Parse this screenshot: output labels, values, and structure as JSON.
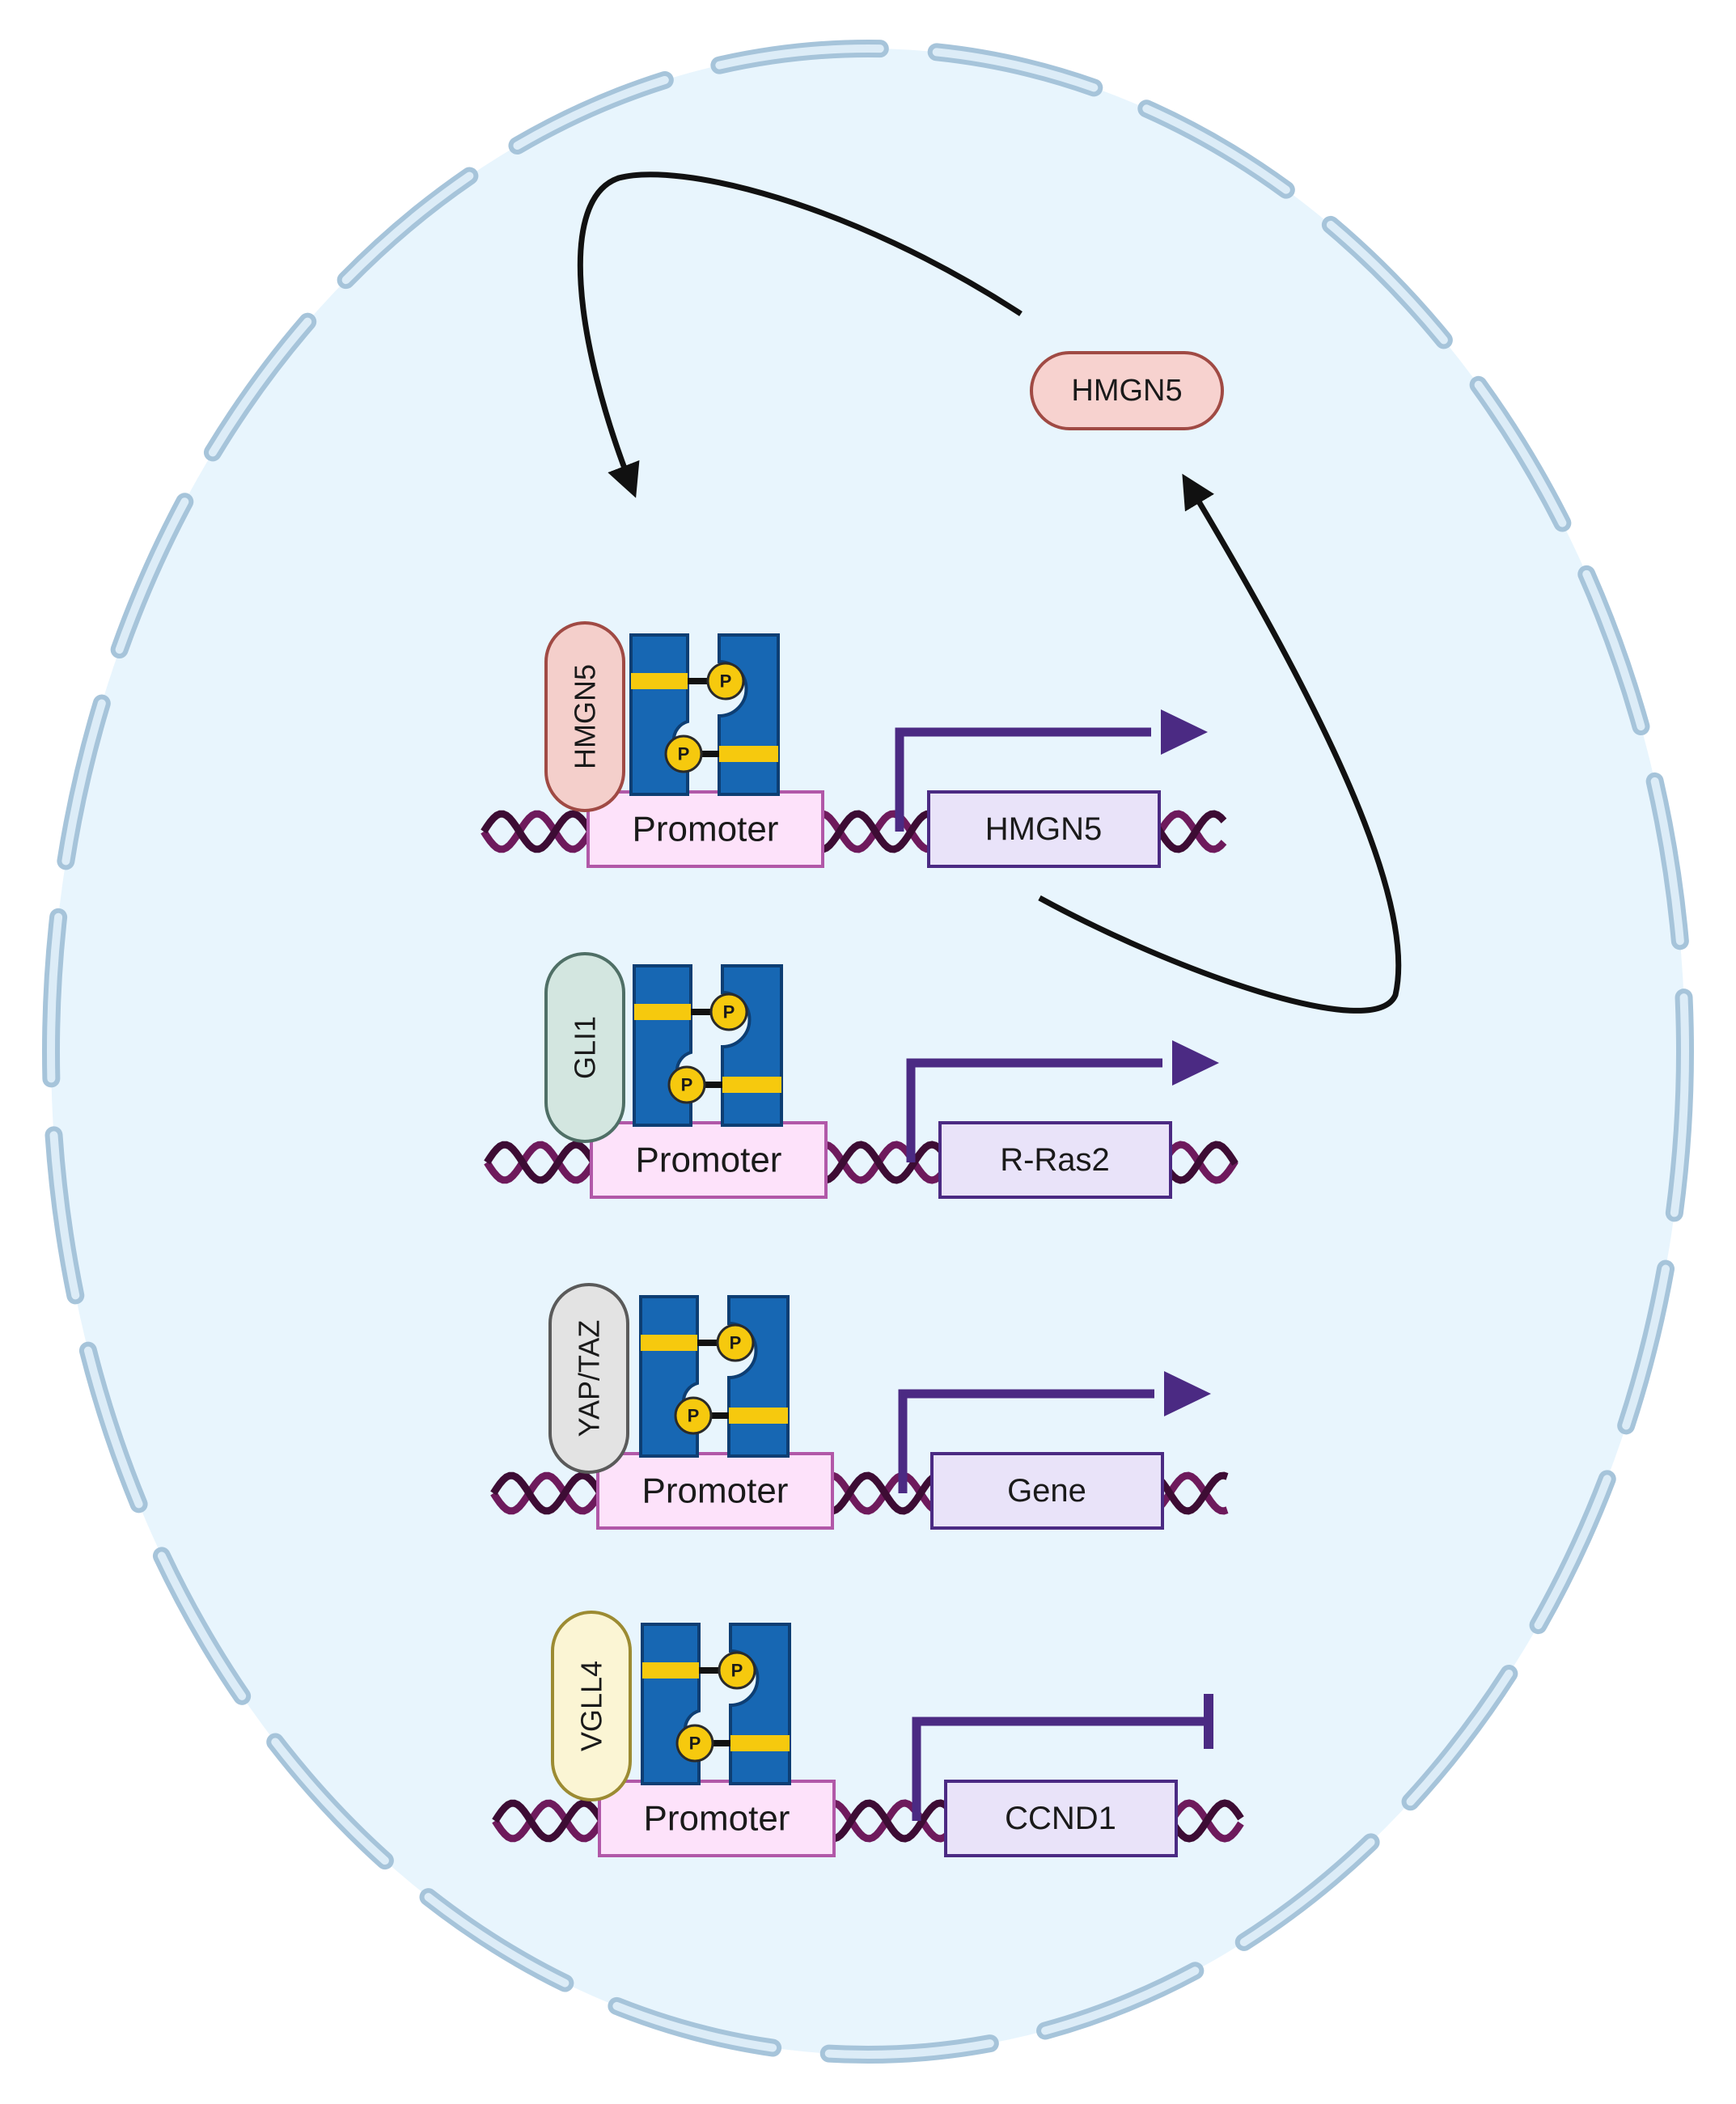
{
  "feedback_protein": {
    "label": "HMGN5",
    "fill": "#f7d2cf",
    "stroke": "#a04a44"
  },
  "rows": [
    {
      "factor": "HMGN5",
      "factor_fill": "#f4cfcb",
      "factor_stroke": "#a04a44",
      "promoter": "Promoter",
      "gene": "HMGN5",
      "outcome": "activation"
    },
    {
      "factor": "GLI1",
      "factor_fill": "#d3e6e0",
      "factor_stroke": "#4f6f66",
      "promoter": "Promoter",
      "gene": "R-Ras2",
      "outcome": "activation"
    },
    {
      "factor": "YAP/TAZ",
      "factor_fill": "#e3e3e3",
      "factor_stroke": "#5a5a5a",
      "promoter": "Promoter",
      "gene": "Gene",
      "outcome": "activation"
    },
    {
      "factor": "VGLL4",
      "factor_fill": "#fbf5d4",
      "factor_stroke": "#9c8b32",
      "promoter": "Promoter",
      "gene": "CCND1",
      "outcome": "inhibition"
    }
  ],
  "phospho_label": "P",
  "colors": {
    "nucleus_fill": "#e8f5fd",
    "envelope": "#a6c4da",
    "dna": "#6e1a5c",
    "dna_dark": "#3d0c34",
    "promoter_fill": "#fde2fa",
    "promoter_stroke": "#b158a8",
    "gene_fill": "#e9e3f9",
    "gene_stroke": "#4b2a83",
    "transcription_arrow": "#4b2a83",
    "chromatin_block": "#1767b3",
    "chromatin_stroke": "#0d3e73",
    "phospho_fill": "#f6c90e",
    "feedback_arrow": "#111111"
  }
}
